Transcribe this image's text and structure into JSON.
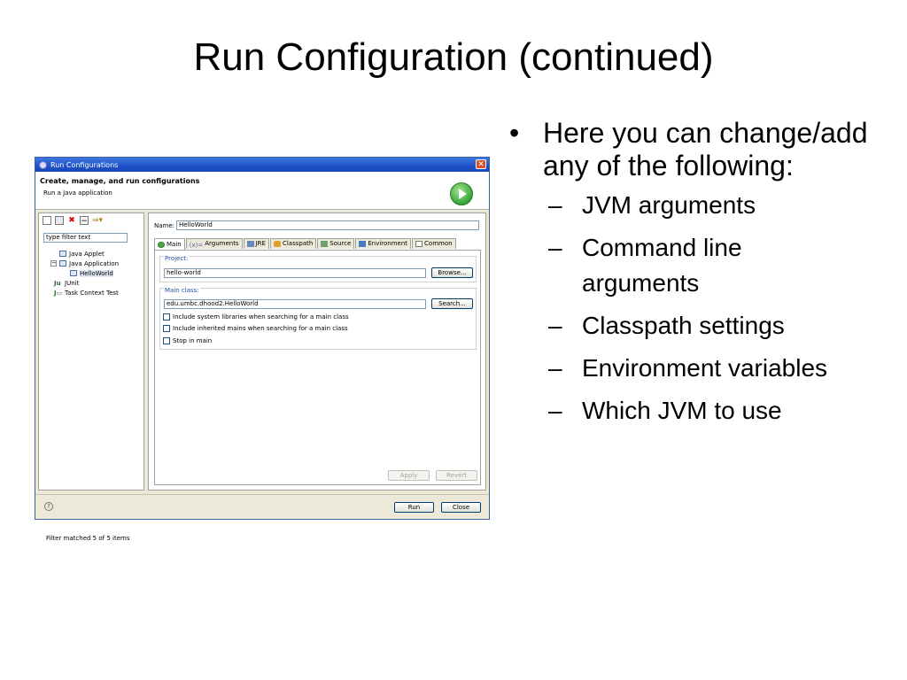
{
  "slide": {
    "title": "Run Configuration (continued)",
    "bullet_intro": "Here you can change/add any of the following:",
    "sub_bullets": [
      "JVM arguments",
      "Command line arguments",
      "Classpath settings",
      "Environment variables",
      "Which JVM to use"
    ]
  },
  "dialog": {
    "window_title": "Run Configurations",
    "header_title": "Create, manage, and run configurations",
    "header_subtitle": "Run a Java application",
    "filter_placeholder": "type filter text",
    "tree": [
      {
        "label": "Java Applet",
        "level": 1
      },
      {
        "label": "Java Application",
        "level": 1
      },
      {
        "label": "HelloWorld",
        "level": 2
      },
      {
        "label": "JUnit",
        "level": 1
      },
      {
        "label": "Task Context Test",
        "level": 1
      }
    ],
    "filter_status": "Filter matched 5 of 5 items",
    "name_label": "Name:",
    "name_value": "HelloWorld",
    "tabs": [
      "Main",
      "Arguments",
      "JRE",
      "Classpath",
      "Source",
      "Environment",
      "Common"
    ],
    "project_label": "Project:",
    "project_value": "hello-world",
    "browse_label": "Browse...",
    "main_class_label": "Main class:",
    "main_class_value": "edu.umbc.dhood2.HelloWorld",
    "search_label": "Search...",
    "checkboxes": [
      "Include system libraries when searching for a main class",
      "Include inherited mains when searching for a main class",
      "Stop in main"
    ],
    "apply_label": "Apply",
    "revert_label": "Revert",
    "run_label": "Run",
    "close_label": "Close",
    "help_glyph": "?"
  }
}
